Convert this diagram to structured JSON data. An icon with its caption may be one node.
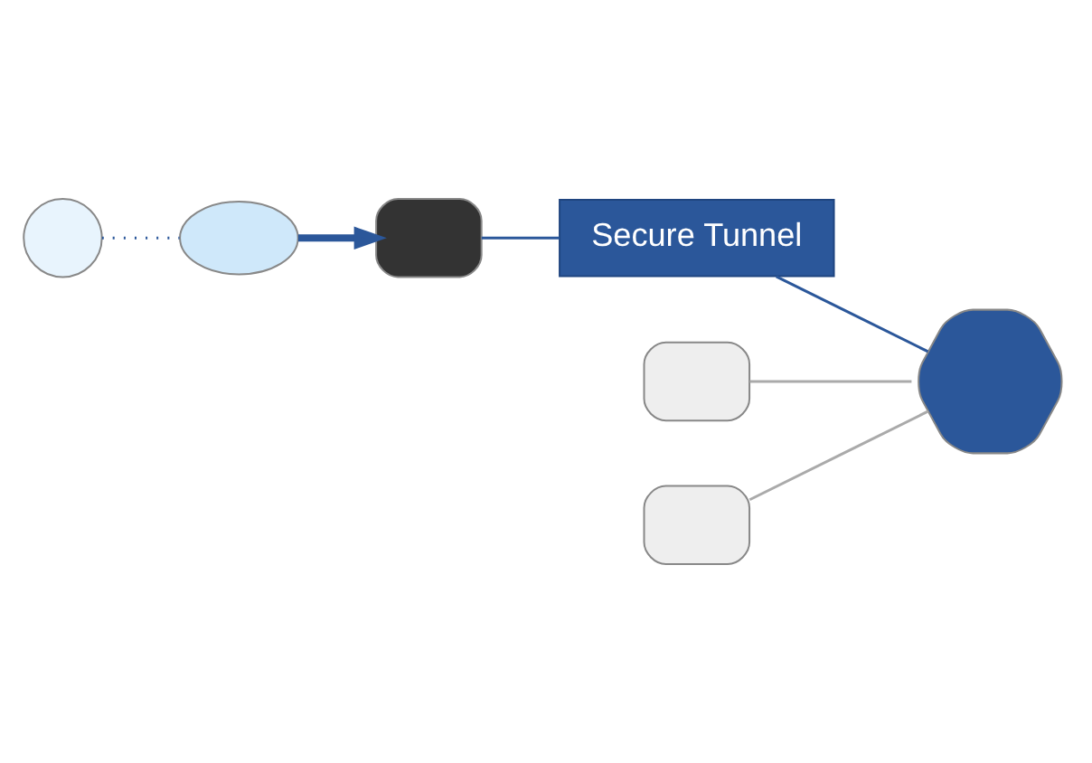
{
  "diagram": {
    "nodes": [
      {
        "text": [],
        "shape": "circle"
      },
      {
        "text": [],
        "shape": "cloud"
      },
      {
        "text": [],
        "shape": "box"
      },
      {
        "text": [
          "Secure Tunnel"
        ]
      },
      {
        "text": [],
        "shape": "hexagon"
      },
      {
        "text": [],
        "shape": "box"
      },
      {
        "text": [],
        "shape": "box"
      }
    ],
    "edges": [
      {
        "from": 0,
        "to": 1,
        "arrow": "none",
        "style": "dashed"
      },
      {
        "from": 1,
        "to": 2,
        "arrow": "to",
        "style": "thick"
      },
      {
        "from": 2,
        "to": 3,
        "arrow": "none"
      },
      {
        "from": 3,
        "to": 4,
        "arrow": "none"
      },
      {
        "from": 5,
        "to": 4,
        "arrow": "none",
        "color": "#aaaaaa"
      },
      {
        "from": 6,
        "to": 4,
        "arrow": "none",
        "color": "#aaaaaa"
      }
    ]
  }
}
